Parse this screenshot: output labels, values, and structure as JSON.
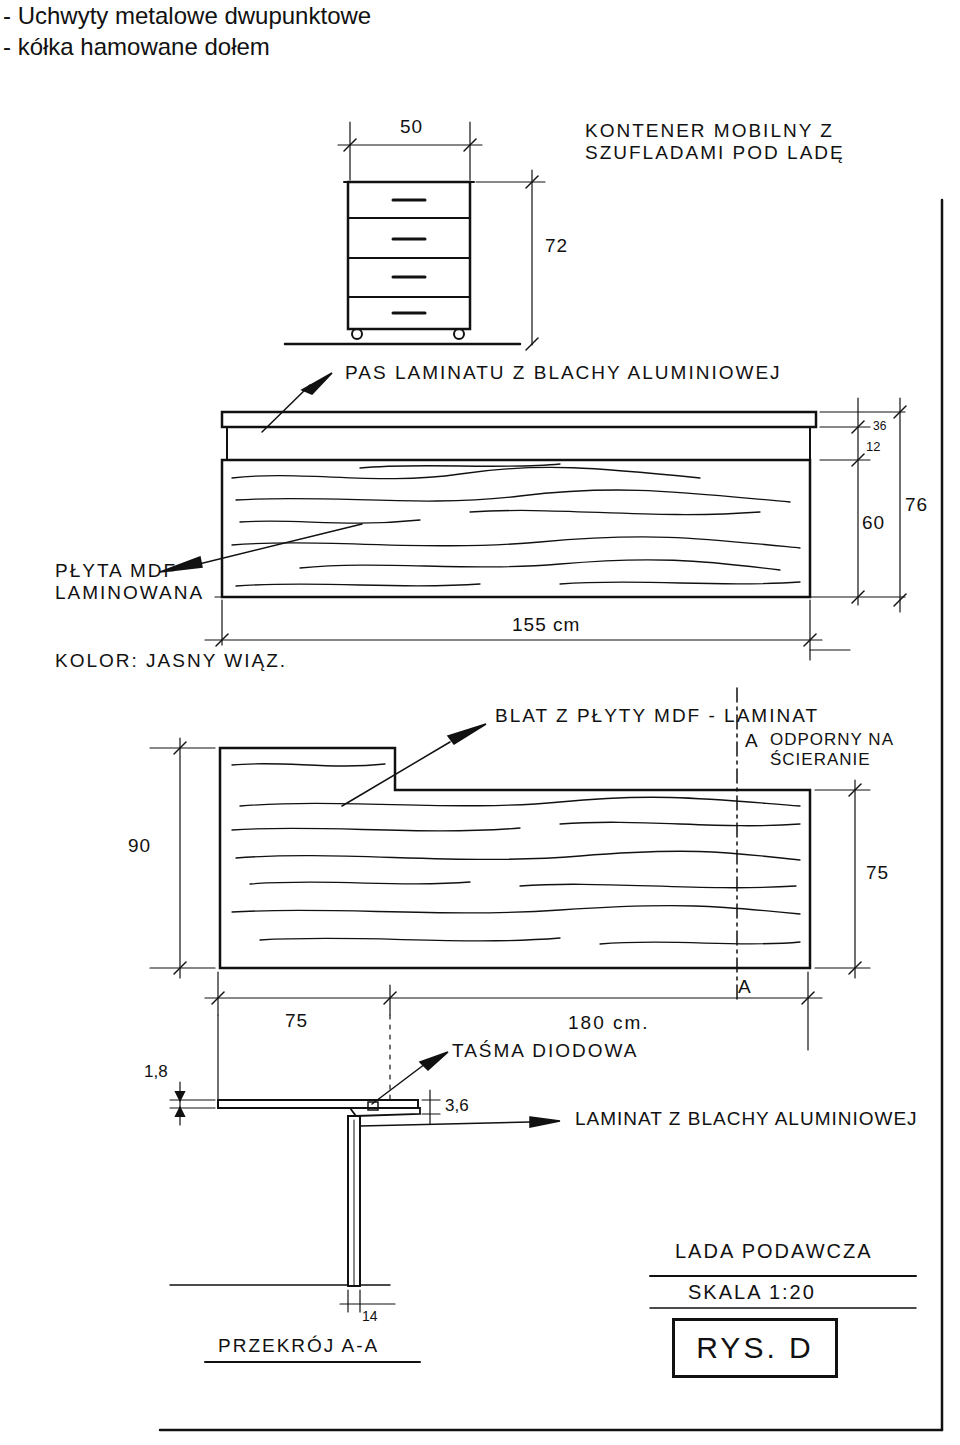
{
  "diagram": {
    "nodes": [
      {
        "text": [
          "RYS. D"
        ]
      }
    ],
    "labels": [
      "- Uchwyty metalowe dwupunktowe",
      "- kółka hamowane dołem",
      "50",
      "KONTENER MOBILNY Z SZUFLADAMI POD LADĘ",
      "72",
      "PAS LAMINATU Z BLACHY ALUMINIOWEJ",
      "36",
      "12",
      "60",
      "76",
      "PŁYTA MDF LAMINOWANA",
      "KOLOR: JASNY WIĄZ.",
      "155 cm",
      "BLAT Z PŁYTY MDF - LAMINAT",
      "A",
      "ODPORNY NA ŚCIERANIE",
      "90",
      "75",
      "75",
      "180 cm.",
      "A",
      "TAŚMA DIODOWA",
      "1,8",
      "3,6",
      "LAMINAT Z BLACHY ALUMINIOWEJ",
      "14",
      "PRZEKRÓJ A-A",
      "LADA PODAWCZA",
      "SKALA 1:20"
    ]
  }
}
